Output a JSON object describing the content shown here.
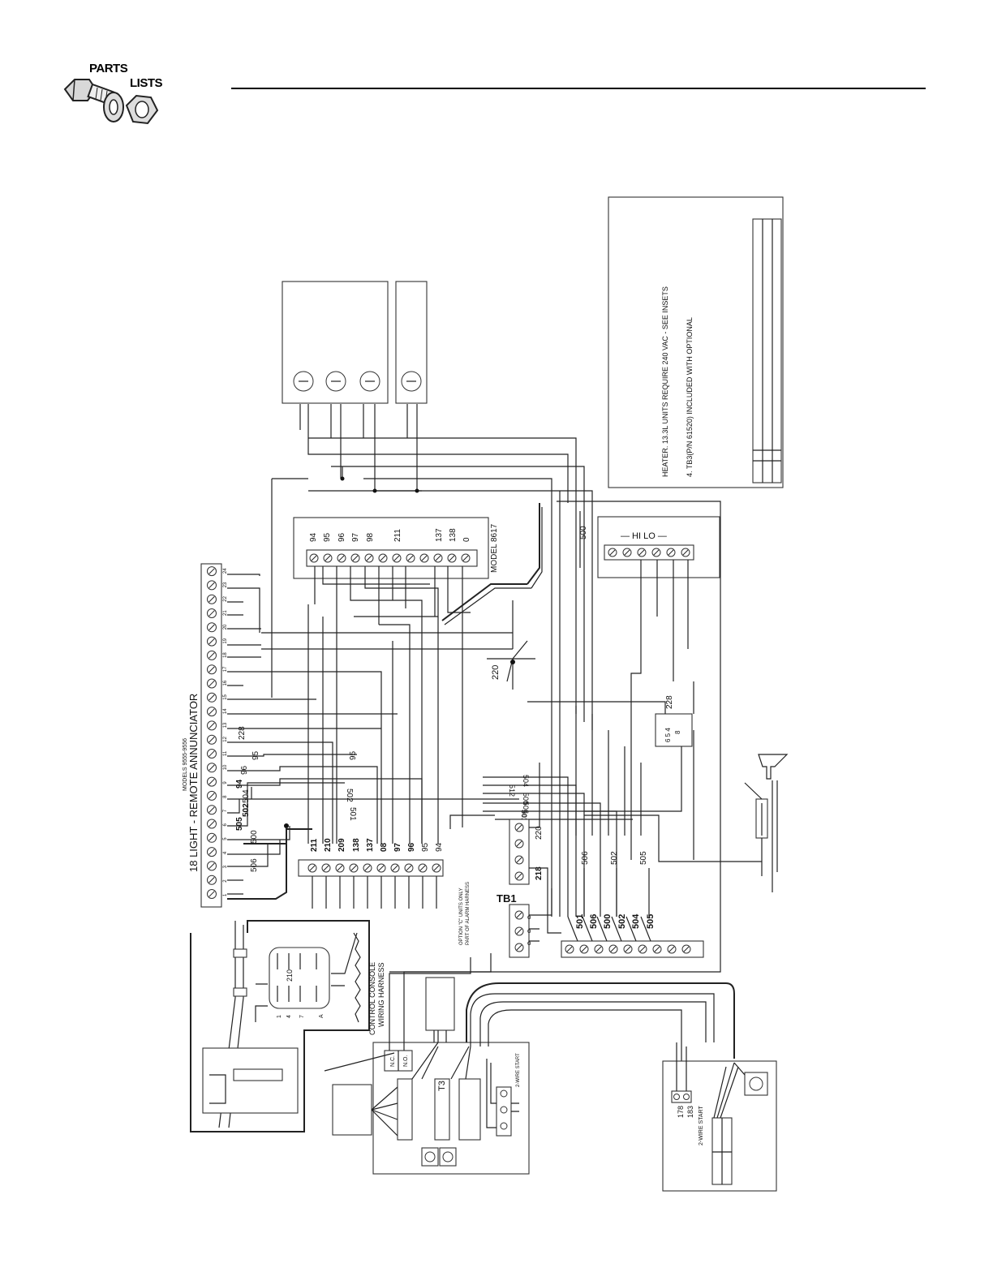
{
  "header": {
    "logo_line1": "PARTS",
    "logo_line2": "LISTS",
    "logo_icon": "bolt-washer-nut-icon"
  },
  "notes": {
    "note_heater": "HEATER.  13.3L UNITS REQUIRE 240 VAC - SEE INSETS",
    "note_tb3": "4. TB3(P/N 61520) INCLUDED WITH OPTIONAL"
  },
  "model_8617": {
    "title": "MODEL 8617",
    "terminals": [
      "94",
      "95",
      "96",
      "97",
      "98",
      "211",
      "137",
      "138",
      "0"
    ]
  },
  "hi_lo": {
    "label": "— HI LO —"
  },
  "annunciator": {
    "title": "18 LIGHT - REMOTE ANNUNCIATOR",
    "subtitle": "MODELS 9555-9556",
    "terminal_numbers": [
      "1",
      "2",
      "3",
      "4",
      "5",
      "6",
      "7",
      "8",
      "9",
      "10",
      "11",
      "12",
      "13",
      "14",
      "15",
      "16",
      "17",
      "18",
      "19",
      "20",
      "21",
      "22",
      "23",
      "24"
    ]
  },
  "terminal_strip": {
    "labels": [
      "211",
      "210",
      "209",
      "138",
      "137",
      "08",
      "97",
      "96",
      "95",
      "94"
    ]
  },
  "tb1": {
    "label": "TB1",
    "label_218": "218",
    "label_220": "220",
    "upper_labels": [
      "501",
      "506",
      "500",
      "502",
      "504",
      "505"
    ]
  },
  "wire_labels": {
    "w220": "220",
    "w500": "500",
    "w228_relay": "228",
    "w228_ann": "228",
    "w95_ann": "95",
    "w95_mid": "95",
    "w96": "96",
    "w94": "94",
    "w504_ann": "504",
    "w502_ann": "502",
    "w505_ann": "505",
    "w500_ann": "500",
    "w506_ann": "506",
    "w502_mid": "502",
    "w501_mid": "501",
    "w504_r": "504",
    "w512": "512",
    "w500_r": "500",
    "w506_r": "506",
    "w501_r": "501",
    "w506_v": "506",
    "w502_v": "502",
    "w505_v": "505"
  },
  "relay": {
    "pins": "6  5  4",
    "pin8": "8"
  },
  "harness": {
    "label_line1": "CONTROL CONSOLE",
    "label_line2": "WIRING HARNESS",
    "option_line1": "OPTION \"C\" UNITS ONLY",
    "option_line2": "PART OF ALARM HARNESS",
    "connector_210": "210",
    "pin_1": "1",
    "pin_4": "4",
    "pin_7": "7",
    "pin_a": "A"
  },
  "control_panel": {
    "nc": "N.C.",
    "no": "N.O.",
    "t3": "T3",
    "two_wire_start": "2-WIRE START"
  },
  "start_panel": {
    "t178": "178",
    "t183": "183",
    "two_wire_start": "2-WIRE START"
  }
}
